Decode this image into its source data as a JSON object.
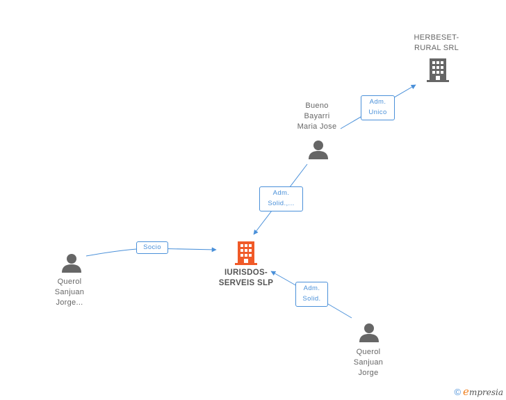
{
  "nodes": {
    "herbeset": {
      "line1": "HERBESET-",
      "line2": "RURAL SRL"
    },
    "bueno": {
      "line1": "Bueno",
      "line2": "Bayarri",
      "line3": "Maria Jose"
    },
    "iurisdos": {
      "line1": "IURISDOS-",
      "line2": "SERVEIS SLP"
    },
    "querol_left": {
      "line1": "Querol",
      "line2": "Sanjuan",
      "line3": "Jorge..."
    },
    "querol_bottom": {
      "line1": "Querol",
      "line2": "Sanjuan",
      "line3": "Jorge"
    }
  },
  "edges": {
    "adm_unico": {
      "line1": "Adm.",
      "line2": "Unico"
    },
    "adm_solid_dots": {
      "line1": "Adm.",
      "line2": "Solid.,..."
    },
    "socio": {
      "line1": "Socio"
    },
    "adm_solid": {
      "line1": "Adm.",
      "line2": "Solid."
    }
  },
  "colors": {
    "edge": "#4a90d9",
    "company_main": "#f05a28",
    "company_other": "#666666",
    "person": "#666666"
  },
  "footer": {
    "copyright": "©",
    "brand_initial": "e",
    "brand_rest": "mpresia"
  }
}
